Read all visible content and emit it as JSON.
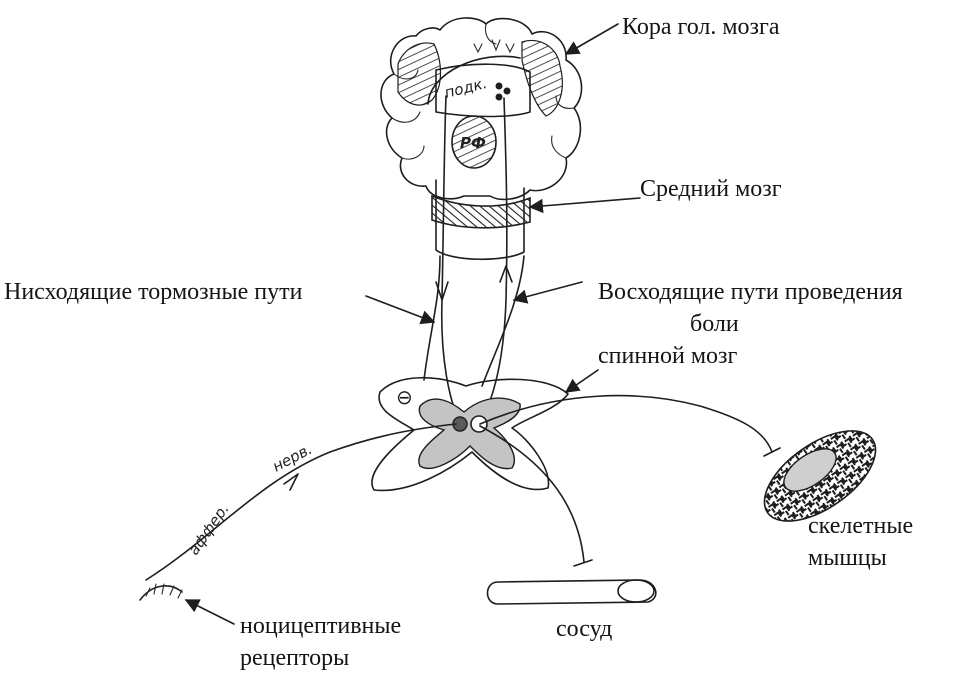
{
  "labels": {
    "cortex": "Кора гол. мозга",
    "midbrain": "Средний мозг",
    "descending": "Нисходящие тормозные пути",
    "ascending_1": "Восходящие пути проведения",
    "ascending_2": "боли",
    "spinal_cord": "спинной мозг",
    "skeletal_1": "скелетные",
    "skeletal_2": "мышцы",
    "receptors_1": "ноцицептивные",
    "receptors_2": "рецепторы",
    "vessel": "сосуд"
  },
  "handwritten": {
    "hypothalamus": "подк.",
    "reticular": "РФ",
    "afferent_1": "аффер.",
    "afferent_2": "нерв.",
    "minus_sign": "⊖"
  },
  "colors": {
    "ink": "#1e1e1e",
    "gray_matter": "#c4c4c4",
    "muscle_core": "#cfcfcf",
    "paper": "#ffffff"
  }
}
